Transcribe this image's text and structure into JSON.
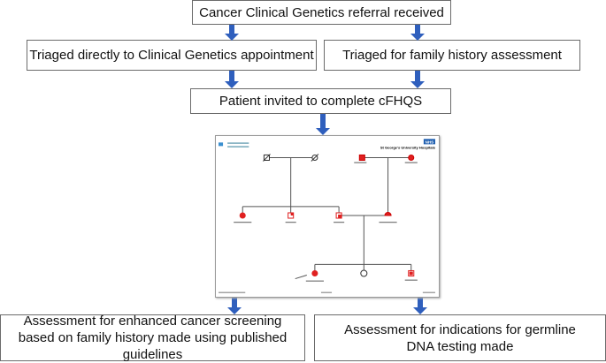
{
  "boxes": {
    "referral": "Cancer Clinical Genetics referral received",
    "triage_direct": "Triaged directly to Clinical Genetics appointment",
    "triage_family": "Triaged for family history assessment",
    "invite": "Patient invited to complete cFHQS",
    "screening": "Assessment for enhanced cancer screening based on family history made using published guidelines",
    "germline": "Assessment for indications for germline DNA testing made"
  },
  "pedigree": {
    "logo_text": "NHS",
    "hospital": "St George's University Hospitals"
  },
  "colors": {
    "arrow": "#2f5fbd",
    "affected": "#e02020",
    "border": "#6b6b6b"
  }
}
